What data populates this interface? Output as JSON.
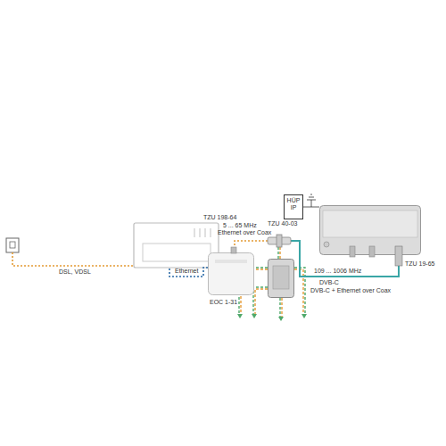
{
  "diagram": {
    "nodes": [
      {
        "text": [
          "HÜP IP"
        ]
      },
      {
        "text": [
          "EOC 1-31"
        ]
      },
      {
        "text": [
          "TZU 40-03"
        ]
      },
      {
        "text": [
          "TZU 19-65"
        ]
      },
      {
        "text": [
          "DVB-C + Ethernet over Coax"
        ]
      }
    ],
    "edges": [
      {
        "from": 1,
        "to": 2,
        "arrow": "none",
        "label": "5 ... 65 MHz"
      },
      {
        "from": 2,
        "to": 3,
        "arrow": "none",
        "label": "109 ... 1006 MHz"
      },
      {
        "from": 2,
        "to": 4,
        "arrow": "none"
      }
    ],
    "labels": [
      "DSL, VDSL",
      "Ethernet",
      "TZU 198-64",
      "Ethernet over Coax",
      "DVB-C"
    ]
  }
}
